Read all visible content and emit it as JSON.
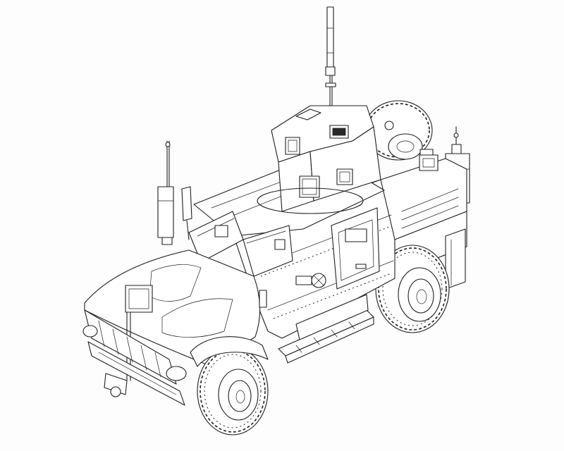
{
  "colors": {
    "background": "#fdfdfd",
    "line": "#1e1e1e",
    "fill": "#ffffff"
  },
  "components": [
    "hull",
    "hood",
    "windshield",
    "turret",
    "main-antenna",
    "front-antenna",
    "rear-antenna",
    "front-wheel",
    "rear-wheel",
    "spare-tire",
    "grille",
    "front-bumper",
    "tow-hitch",
    "side-step",
    "side-door",
    "fender-flap"
  ]
}
